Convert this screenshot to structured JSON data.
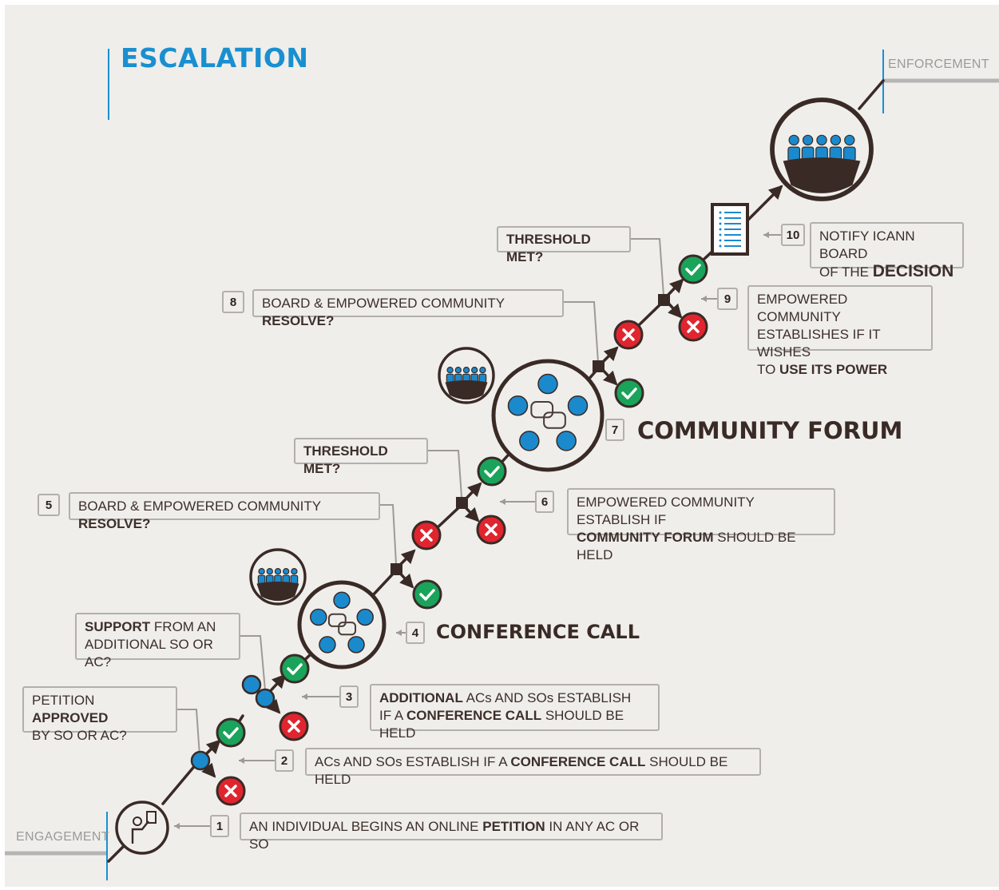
{
  "title": "ESCALATION",
  "edges": {
    "start": "ENGAGEMENT",
    "end": "ENFORCEMENT"
  },
  "colors": {
    "accent_blue": "#1a8fd0",
    "node_blue": "#1b8acd",
    "check_green": "#1aa35a",
    "cross_red": "#e0252f",
    "path_brown": "#3a2a26",
    "connector_grey": "#9e9b96"
  },
  "stages": [
    {
      "step": "1",
      "text": [
        {
          "t": "AN INDIVIDUAL BEGINS AN ONLINE ",
          "b": false
        },
        {
          "t": "PETITION",
          "b": true
        },
        {
          "t": " IN ANY AC OR SO",
          "b": false
        }
      ]
    },
    {
      "step": "2",
      "text": [
        {
          "t": "ACs AND SOs ESTABLISH IF A ",
          "b": false
        },
        {
          "t": "CONFERENCE CALL",
          "b": true
        },
        {
          "t": " SHOULD BE HELD",
          "b": false
        }
      ]
    },
    {
      "step": "3",
      "lines": [
        [
          {
            "t": "ADDITIONAL",
            "b": true
          },
          {
            "t": " ACs AND SOs ESTABLISH",
            "b": false
          }
        ],
        [
          {
            "t": "IF A ",
            "b": false
          },
          {
            "t": "CONFERENCE CALL",
            "b": true
          },
          {
            "t": " SHOULD BE HELD",
            "b": false
          }
        ]
      ]
    },
    {
      "step": "4",
      "title": "CONFERENCE CALL"
    },
    {
      "step": "5",
      "text": [
        {
          "t": "BOARD & EMPOWERED COMMUNITY ",
          "b": false
        },
        {
          "t": "RESOLVE?",
          "b": true
        }
      ]
    },
    {
      "step": "6",
      "lines": [
        [
          {
            "t": "EMPOWERED COMMUNITY ESTABLISH IF",
            "b": false
          }
        ],
        [
          {
            "t": "COMMUNITY FORUM",
            "b": true
          },
          {
            "t": " SHOULD BE HELD",
            "b": false
          }
        ]
      ]
    },
    {
      "step": "7",
      "title": "COMMUNITY FORUM"
    },
    {
      "step": "8",
      "text": [
        {
          "t": "BOARD & EMPOWERED COMMUNITY ",
          "b": false
        },
        {
          "t": "RESOLVE?",
          "b": true
        }
      ]
    },
    {
      "step": "9",
      "lines": [
        [
          {
            "t": "EMPOWERED COMMUNITY",
            "b": false
          }
        ],
        [
          {
            "t": "ESTABLISHES IF IT WISHES",
            "b": false
          }
        ],
        [
          {
            "t": "TO ",
            "b": false
          },
          {
            "t": "USE ITS POWER",
            "b": true
          }
        ]
      ]
    },
    {
      "step": "10",
      "lines": [
        [
          {
            "t": "NOTIFY ICANN BOARD",
            "b": false
          }
        ],
        [
          {
            "t": "OF THE ",
            "b": false
          },
          {
            "t": "DECISION",
            "b": true,
            "big": true
          }
        ]
      ]
    }
  ],
  "questions": [
    {
      "lines": [
        [
          {
            "t": "PETITION ",
            "b": false
          },
          {
            "t": "APPROVED",
            "b": true
          }
        ],
        [
          {
            "t": "BY SO OR AC?",
            "b": false
          }
        ]
      ]
    },
    {
      "lines": [
        [
          {
            "t": "SUPPORT",
            "b": true
          },
          {
            "t": " FROM AN",
            "b": false
          }
        ],
        [
          {
            "t": "ADDITIONAL SO OR AC?",
            "b": false
          }
        ]
      ]
    },
    {
      "lines": [
        [
          {
            "t": "THRESHOLD MET?",
            "b": true
          }
        ]
      ]
    },
    {
      "lines": [
        [
          {
            "t": "THRESHOLD MET?",
            "b": true
          }
        ]
      ]
    }
  ]
}
